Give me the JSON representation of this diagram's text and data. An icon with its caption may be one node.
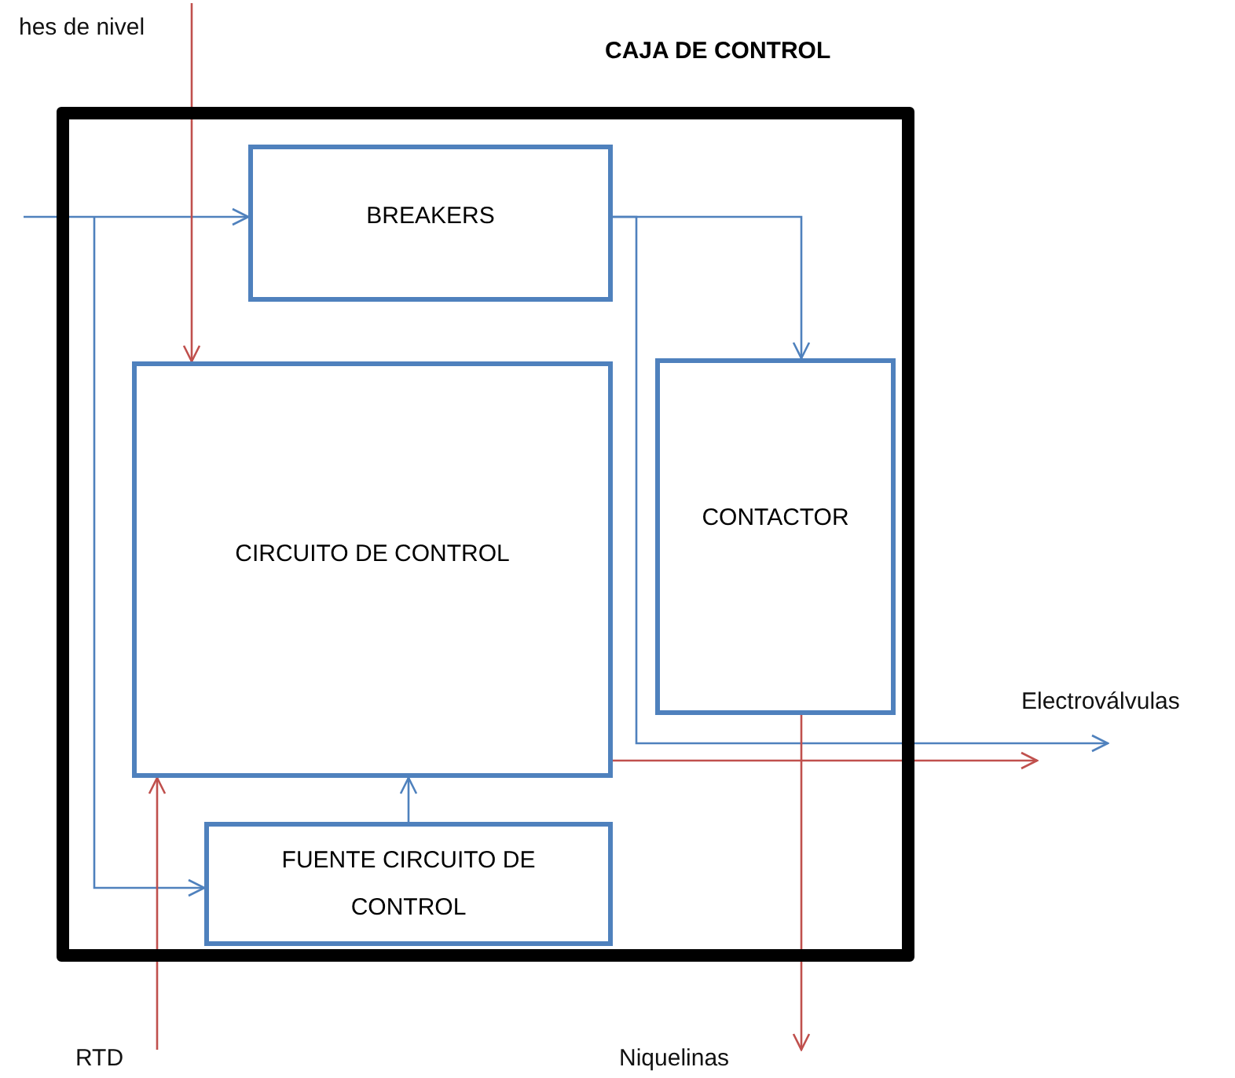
{
  "diagram": {
    "nodes": [
      {
        "text": [
          "CAJA DE CONTROL"
        ]
      },
      {
        "text": [
          "BREAKERS"
        ],
        "in": 0
      },
      {
        "text": [
          "CIRCUITO DE CONTROL"
        ],
        "in": 0
      },
      {
        "text": [
          "CONTACTOR"
        ],
        "in": 0
      },
      {
        "text": [
          "FUENTE CIRCUITO DE CONTROL"
        ],
        "in": 0
      },
      {
        "text": [
          "hes de nivel"
        ]
      },
      {
        "text": [
          "Electroválvulas"
        ]
      },
      {
        "text": [
          "RTD"
        ]
      },
      {
        "text": [
          "Niquelinas"
        ]
      }
    ],
    "edges": [
      {
        "from": null,
        "to": 1,
        "arrow": "to"
      },
      {
        "from": null,
        "to": 4,
        "arrow": "to"
      },
      {
        "from": 5,
        "to": 2,
        "arrow": "to",
        "color": "#c0504d"
      },
      {
        "from": 1,
        "to": 3,
        "arrow": "to"
      },
      {
        "from": 1,
        "to": 6,
        "arrow": "to"
      },
      {
        "from": 2,
        "to": 6,
        "arrow": "to",
        "color": "#c0504d"
      },
      {
        "from": 4,
        "to": 2,
        "arrow": "to"
      },
      {
        "from": 7,
        "to": 2,
        "arrow": "to",
        "color": "#c0504d"
      },
      {
        "from": 3,
        "to": 8,
        "arrow": "to",
        "color": "#c0504d"
      }
    ]
  }
}
